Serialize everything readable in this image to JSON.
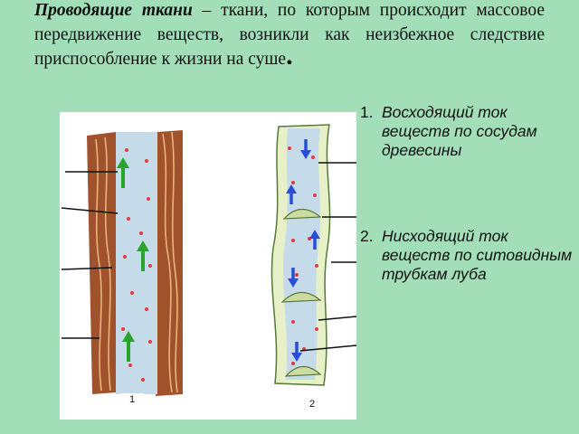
{
  "intro": {
    "term": "Проводящие ткани",
    "dash": " – ",
    "body": "ткани, по которым происходит массовое передвижение веществ, возникли как неизбежное следствие приспособление к жизни на суше",
    "end": "."
  },
  "list": [
    {
      "num": "1.",
      "text": "Восходящий ток веществ по сосудам древесины"
    },
    {
      "num": "2.",
      "text": "Нисходящий ток веществ по ситовидным трубкам луба"
    }
  ],
  "figure": {
    "label_1": "1",
    "label_2": "2",
    "colors": {
      "wall": "#a0522d",
      "wall_light": "#c8743e",
      "lumen": "#c6dbe9",
      "up_arrow": "#2aa42a",
      "down_arrow": "#2a4dd6",
      "dot": "#e23a3a",
      "plate": "#ccdca0"
    },
    "icons": [
      "up-arrow-icon",
      "down-arrow-icon"
    ]
  }
}
